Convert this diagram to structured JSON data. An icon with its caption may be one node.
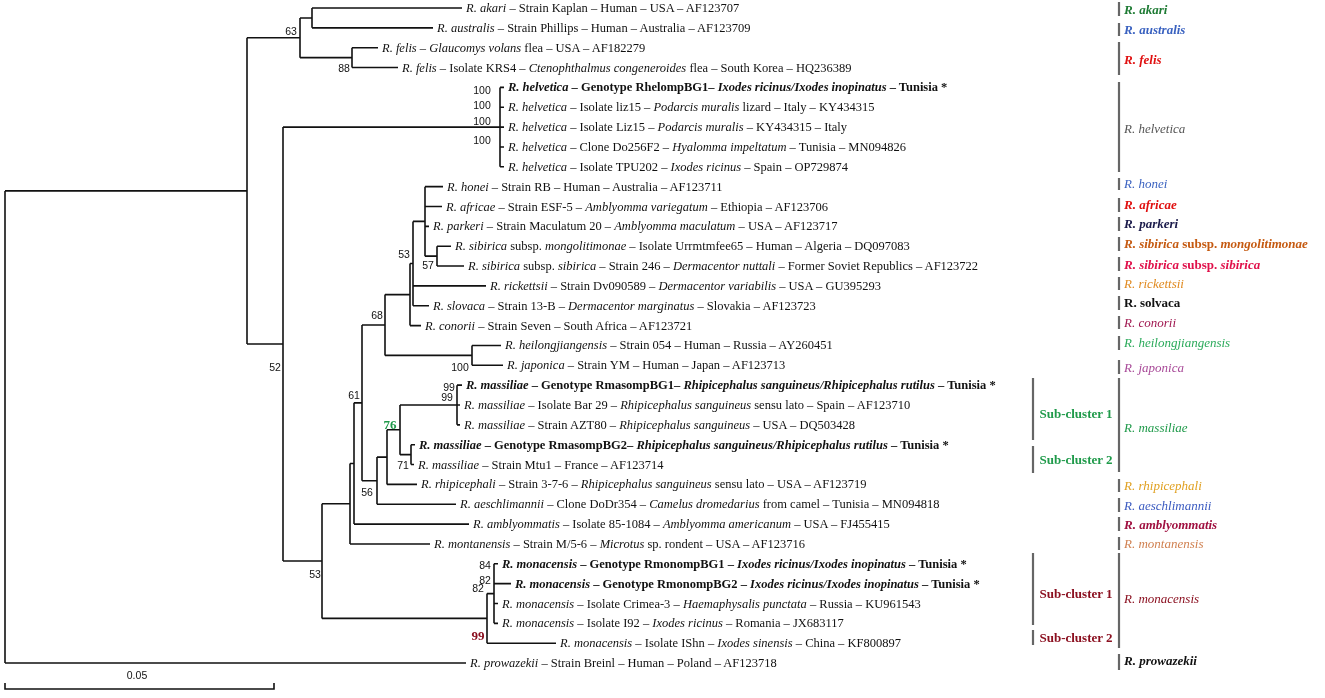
{
  "diagram": {
    "labels": [
      "*R. akari* – Strain Kaplan – Human – USA – AF123707",
      "*R. australis* – Strain Phillips – Human – Australia – AF123709",
      "*R. felis* – *Glaucomys volans* flea – USA – AF182279",
      "*R. felis* – Isolate KRS4 – *Ctenophthalmus congeneroides* flea – South Korea – HQ236389",
      "*R. helvetica* – Genotype RhelompBG1– *Ixodes ricinus/Ixodes inopinatus* – Tunisia *",
      "*R. helvetica* – Isolate liz15 – *Podarcis muralis* lizard – Italy – KY434315",
      "*R. helvetica* – Isolate Liz15 – *Podarcis muralis* – KY434315 – Italy",
      "*R. helvetica* – Clone Do256F2 – *Hyalomma impeltatum* – Tunisia – MN094826",
      "*R. helvetica* – Isolate TPU202 – *Ixodes ricinus* – Spain – OP729874",
      "*R. honei* – Strain RB – Human – Australia – AF123711",
      "*R. africae* – Strain ESF-5 – *Amblyomma variegatum* – Ethiopia – AF123706",
      "*R. parkeri* – Strain Maculatum 20 – *Amblyomma maculatum* – USA – AF123717",
      "*R. sibirica* subsp. *mongolitimonae* – Isolate Urrmtmfee65 – Human – Algeria – DQ097083",
      "*R. sibirica* subsp. *sibirica* – Strain 246 – *Dermacentor nuttali* – Former Soviet Republics – AF123722",
      "*R. rickettsii* – Strain Dv090589 – *Dermacentor variabilis* – USA – GU395293",
      "*R. slovaca* – Strain 13-B – *Dermacentor marginatus* – Slovakia – AF123723",
      "*R. conorii* – Strain Seven – South Africa – AF123721",
      "*R. heilongjiangensis* – Strain 054 – Human – Russia – AY260451",
      "*R. japonica* – Strain YM – Human – Japan – AF123713",
      "*R. massiliae* – Genotype RmasompBG1– *Rhipicephalus sanguineus/Rhipicephalus rutilus* – Tunisia *",
      "*R. massiliae* – Isolate Bar 29 – *Rhipicephalus sanguineus* sensu lato – Spain – AF123710",
      "*R. massiliae* – Strain AZT80 – *Rhipicephalus sanguineus* – USA – DQ503428",
      "*R. massiliae* – Genotype RmasompBG2– *Rhipicephalus sanguineus/Rhipicephalus rutilus* – Tunisia *",
      "*R. massiliae* – Strain Mtu1 – France – AF123714",
      "*R. rhipicephali* – Strain 3-7-6 – *Rhipicephalus sanguineus* sensu lato – USA – AF123719",
      "*R. aeschlimannii* – Clone DoDr354 – *Camelus dromedarius* from camel – Tunisia – MN094818",
      "*R. amblyommatis* – Isolate 85-1084 – *Amblyomma americanum* – USA – FJ455415",
      "*R. montanensis* – Strain M/5-6 – *Microtus* sp. rondent – USA – AF123716",
      "*R. monacensis* – Genotype RmonompBG1 – *Ixodes ricinus/Ixodes inopinatus* – Tunisia *",
      "*R. monacensis* – Genotype RmonompBG2 – *Ixodes ricinus/Ixodes inopinatus* – Tunisia *",
      "*R. monacensis* – Isolate Crimea-3 – *Haemaphysalis punctata* – Russia – KU961543",
      "*R. monacensis* – Isolate I92 – *Ixodes ricinus* – Romania – JX683117",
      "*R. monacensis* – Isolate IShn – *Ixodes sinensis* – China – KF800897",
      "*R. prowazekii* – Strain Breinl – Human – Poland – AF123718",
      "63",
      "88",
      "100",
      "100",
      "100",
      "100",
      "53",
      "57",
      "68",
      "52",
      "100",
      "99",
      "61",
      "99",
      "76",
      "71",
      "56",
      "84",
      "53",
      "82",
      "82",
      "99",
      "R. akari",
      "R. australis",
      "R. felis",
      "R. helvetica",
      "R. honei",
      "R. africae",
      "R. parkeri",
      "*R. sibirica* subsp. *mongolitimonae*",
      "*R. sibirica* subsp. *sibirica*",
      "R. rickettsii",
      "R. solvaca",
      "R. conorii",
      "R. heilongjiangensis",
      "R. japonica",
      "Sub-cluster 1",
      "R. massiliae",
      "Sub-cluster 2",
      "R. rhipicephali",
      "R. aeschlimannii",
      "R. amblyommatis",
      "R. montanensis",
      "Sub-cluster 1",
      "R. monacensis",
      "Sub-cluster 2",
      "R. prowazekii",
      "0.05"
    ]
  }
}
